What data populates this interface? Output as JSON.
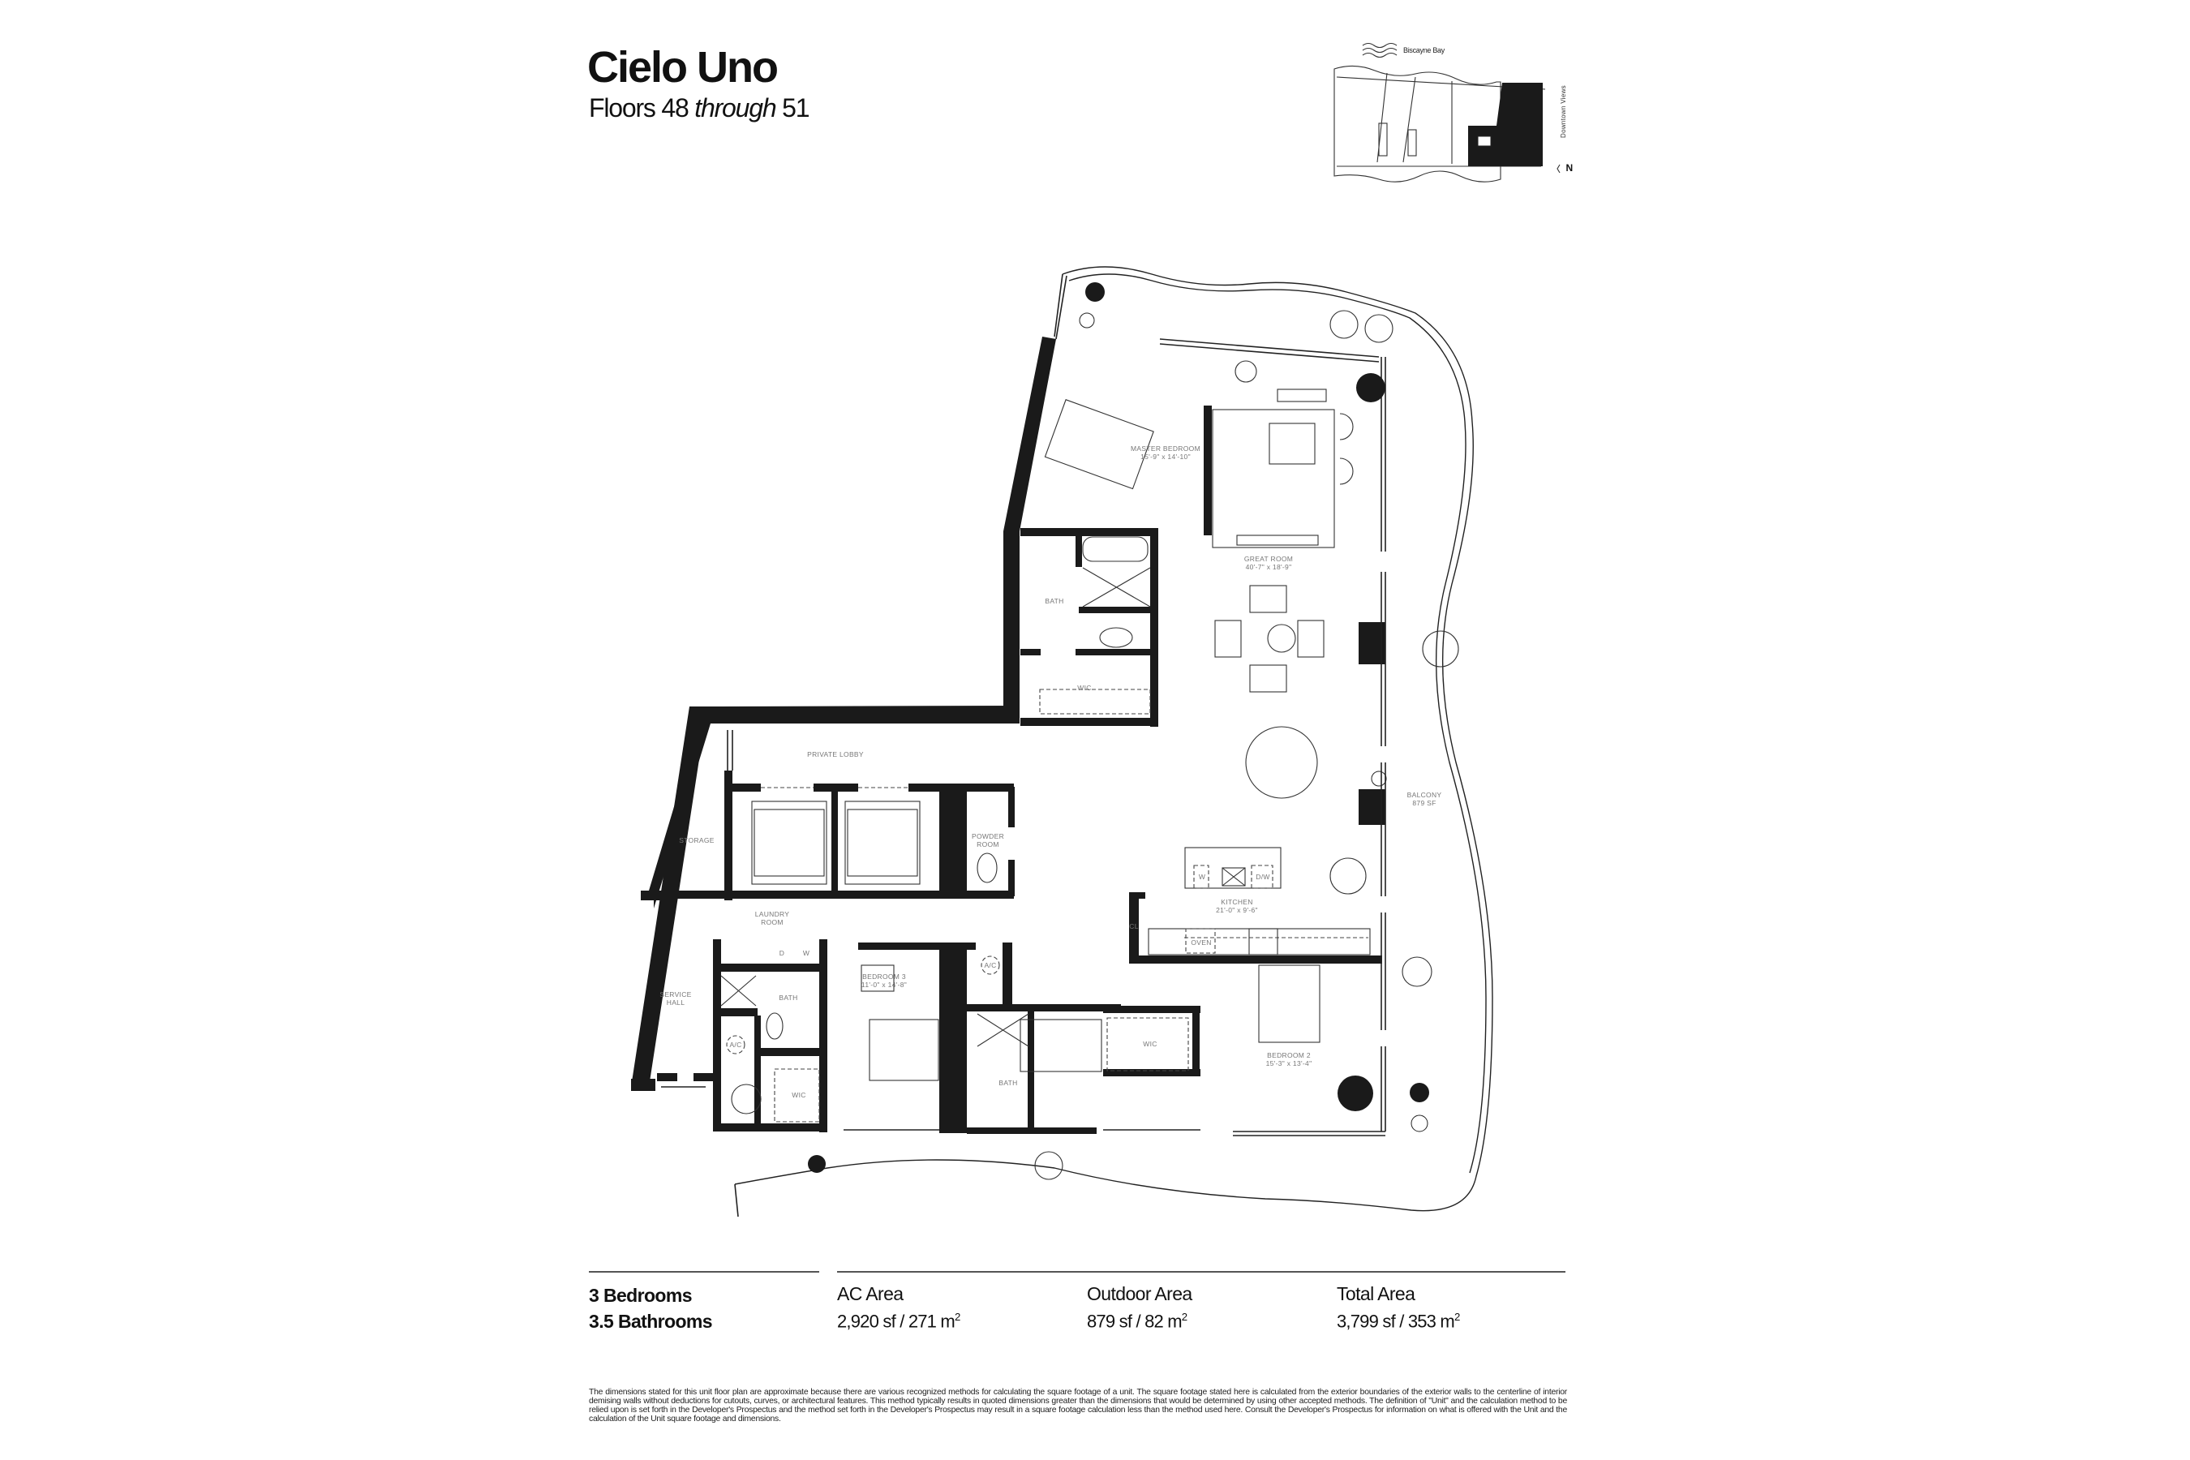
{
  "header": {
    "title": "Cielo Uno",
    "subtitle_prefix": "Floors 48",
    "subtitle_italic": "through",
    "subtitle_suffix": "51"
  },
  "key_plan": {
    "water_label": "Biscayne Bay",
    "side_label": "Downtown Views",
    "north_label": "N",
    "icon": "waves-icon"
  },
  "floor_plan": {
    "rooms": [
      {
        "name": "MASTER BEDROOM",
        "dims": "15'-9\" x 14'-10\""
      },
      {
        "name": "GREAT ROOM",
        "dims": "40'-7\" x 18'-9\""
      },
      {
        "name": "KITCHEN",
        "dims": "21'-0\" x 9'-6\""
      },
      {
        "name": "BEDROOM 2",
        "dims": "15'-3\" x 13'-4\""
      },
      {
        "name": "BEDROOM 3",
        "dims": "11'-0\" x 14'-8\""
      },
      {
        "name": "BALCONY",
        "dims": "879 SF"
      }
    ],
    "labels": {
      "bath": "BATH",
      "wic": "WIC",
      "private_lobby": "PRIVATE LOBBY",
      "storage": "STORAGE",
      "powder_1": "POWDER",
      "powder_2": "ROOM",
      "laundry_1": "LAUNDRY",
      "laundry_2": "ROOM",
      "service_1": "SERVICE",
      "service_2": "HALL",
      "cl": "CL",
      "oven": "OVEN",
      "w": "W",
      "dw": "D/W",
      "dryer": "D",
      "washer": "W",
      "ac": "A/C"
    }
  },
  "summary": {
    "bedrooms": "3 Bedrooms",
    "bathrooms": "3.5 Bathrooms",
    "ac_area": {
      "label": "AC Area",
      "value": "2,920 sf / 271 m",
      "sup": "2"
    },
    "outdoor_area": {
      "label": "Outdoor Area",
      "value": "879 sf / 82 m",
      "sup": "2"
    },
    "total_area": {
      "label": "Total Area",
      "value": "3,799 sf / 353 m",
      "sup": "2"
    }
  },
  "disclaimer": "The dimensions stated for this unit floor plan are approximate because there are various recognized methods for calculating the square footage of a unit. The square footage stated here is calculated from the exterior boundaries of the exterior walls to the centerline of interior demising walls without deductions for cutouts, curves, or architectural features. This method typically results in quoted dimensions greater than the dimensions that would be determined by using other accepted methods. The definition of \"Unit\" and the calculation method to be relied upon is set forth in the Developer's Prospectus and the method set forth in the Developer's Prospectus may result in a square footage calculation less than the method used here. Consult the Developer's Prospectus for information on what is offered with the Unit and the calculation of the Unit square footage and dimensions."
}
